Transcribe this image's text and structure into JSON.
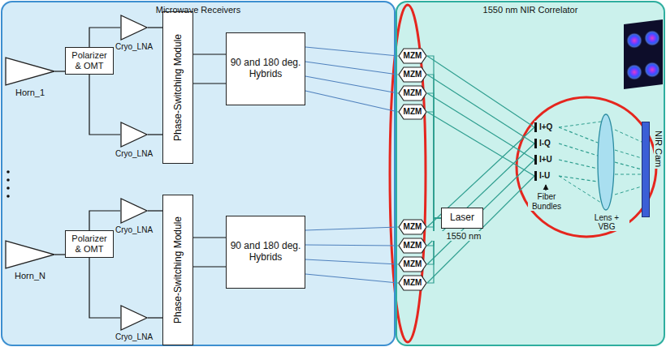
{
  "diagram": {
    "nodes": [
      {
        "text": [
          "Microwave Receivers"
        ]
      },
      {
        "text": [
          "1550 nm NIR Correlator"
        ]
      },
      {
        "text": [
          "Horn_1"
        ],
        "in": 0
      },
      {
        "text": [
          "Polarizer & OMT"
        ],
        "in": 0
      },
      {
        "text": [
          "Cryo_LNA"
        ],
        "in": 0
      },
      {
        "text": [
          "Cryo_LNA"
        ],
        "in": 0
      },
      {
        "text": [
          "Phase-Switching Module"
        ],
        "in": 0
      },
      {
        "text": [
          "90 and 180 deg. Hybrids"
        ],
        "in": 0
      },
      {
        "text": [
          "Horn_N"
        ],
        "in": 0
      },
      {
        "text": [
          "Polarizer & OMT"
        ],
        "in": 0
      },
      {
        "text": [
          "Cryo_LNA"
        ],
        "in": 0
      },
      {
        "text": [
          "Cryo_LNA"
        ],
        "in": 0
      },
      {
        "text": [
          "Phase-Switching Module"
        ],
        "in": 0
      },
      {
        "text": [
          "90 and 180 deg. Hybrids"
        ],
        "in": 0
      },
      {
        "text": [
          "MZM"
        ],
        "in": 1
      },
      {
        "text": [
          "MZM"
        ],
        "in": 1
      },
      {
        "text": [
          "MZM"
        ],
        "in": 1
      },
      {
        "text": [
          "MZM"
        ],
        "in": 1
      },
      {
        "text": [
          "Laser",
          "1550 nm"
        ],
        "in": 1
      },
      {
        "text": [
          "MZM"
        ],
        "in": 1
      },
      {
        "text": [
          "MZM"
        ],
        "in": 1
      },
      {
        "text": [
          "MZM"
        ],
        "in": 1
      },
      {
        "text": [
          "MZM"
        ],
        "in": 1
      },
      {
        "text": [
          "I+Q"
        ],
        "in": 1
      },
      {
        "text": [
          "I-Q"
        ],
        "in": 1
      },
      {
        "text": [
          "I+U"
        ],
        "in": 1
      },
      {
        "text": [
          "I-U"
        ],
        "in": 1
      },
      {
        "text": [
          "Lens + VBG"
        ],
        "in": 1
      },
      {
        "text": [
          "NIR Cam"
        ],
        "in": 1
      }
    ],
    "edges": [
      {
        "from": 2,
        "to": 3,
        "arrow": "none"
      },
      {
        "from": 3,
        "to": 4,
        "arrow": "none"
      },
      {
        "from": 3,
        "to": 5,
        "arrow": "none"
      },
      {
        "from": 4,
        "to": 6,
        "arrow": "none"
      },
      {
        "from": 5,
        "to": 6,
        "arrow": "none"
      },
      {
        "from": 6,
        "to": 7,
        "arrow": "none"
      },
      {
        "from": 6,
        "to": 7,
        "arrow": "none"
      },
      {
        "from": 7,
        "to": 14,
        "arrow": "none"
      },
      {
        "from": 7,
        "to": 15,
        "arrow": "none"
      },
      {
        "from": 7,
        "to": 16,
        "arrow": "none"
      },
      {
        "from": 7,
        "to": 17,
        "arrow": "none"
      },
      {
        "from": 8,
        "to": 9,
        "arrow": "none"
      },
      {
        "from": 9,
        "to": 10,
        "arrow": "none"
      },
      {
        "from": 9,
        "to": 11,
        "arrow": "none"
      },
      {
        "from": 10,
        "to": 12,
        "arrow": "none"
      },
      {
        "from": 11,
        "to": 12,
        "arrow": "none"
      },
      {
        "from": 12,
        "to": 13,
        "arrow": "none"
      },
      {
        "from": 12,
        "to": 13,
        "arrow": "none"
      },
      {
        "from": 13,
        "to": 19,
        "arrow": "none"
      },
      {
        "from": 13,
        "to": 20,
        "arrow": "none"
      },
      {
        "from": 13,
        "to": 21,
        "arrow": "none"
      },
      {
        "from": 13,
        "to": 22,
        "arrow": "none"
      },
      {
        "from": 18,
        "to": 14,
        "arrow": "none"
      },
      {
        "from": 18,
        "to": 15,
        "arrow": "none"
      },
      {
        "from": 18,
        "to": 16,
        "arrow": "none"
      },
      {
        "from": 18,
        "to": 17,
        "arrow": "none"
      },
      {
        "from": 18,
        "to": 19,
        "arrow": "none"
      },
      {
        "from": 18,
        "to": 20,
        "arrow": "none"
      },
      {
        "from": 18,
        "to": 21,
        "arrow": "none"
      },
      {
        "from": 18,
        "to": 22,
        "arrow": "none"
      },
      {
        "from": 14,
        "to": 23,
        "arrow": "none"
      },
      {
        "from": 15,
        "to": 24,
        "arrow": "none"
      },
      {
        "from": 16,
        "to": 25,
        "arrow": "none"
      },
      {
        "from": 17,
        "to": 26,
        "arrow": "none"
      },
      {
        "from": 19,
        "to": 23,
        "arrow": "none"
      },
      {
        "from": 20,
        "to": 24,
        "arrow": "none"
      },
      {
        "from": 21,
        "to": 25,
        "arrow": "none"
      },
      {
        "from": 22,
        "to": 26,
        "arrow": "none"
      },
      {
        "from": 23,
        "to": 27,
        "arrow": "none"
      },
      {
        "from": 24,
        "to": 27,
        "arrow": "none"
      },
      {
        "from": 25,
        "to": 27,
        "arrow": "none"
      },
      {
        "from": 26,
        "to": 27,
        "arrow": "none"
      },
      {
        "from": 27,
        "to": 28,
        "arrow": "none"
      }
    ],
    "labels": [
      "Fiber Bundles"
    ]
  }
}
